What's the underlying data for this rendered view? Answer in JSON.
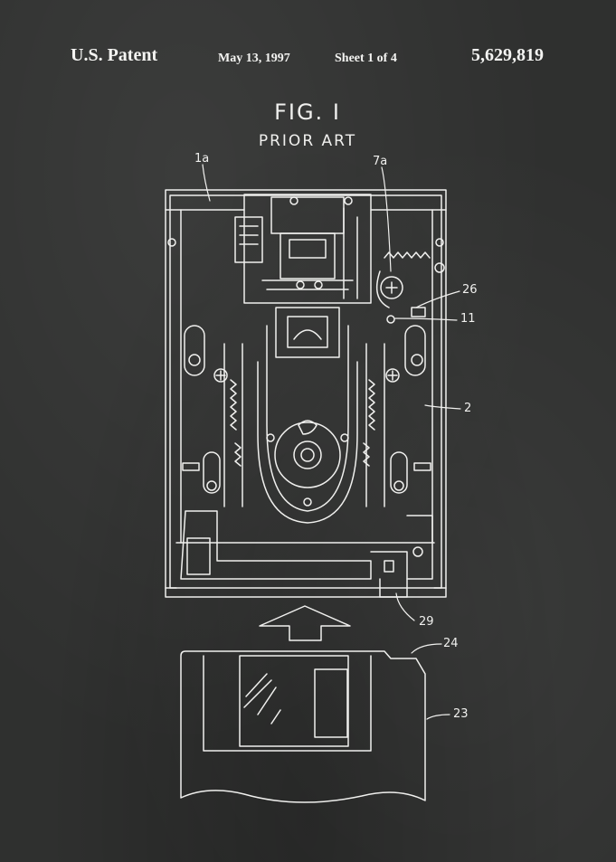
{
  "header": {
    "patent_label": "U.S. Patent",
    "date": "May 13, 1997",
    "sheet": "Sheet 1 of 4",
    "patent_number": "5,629,819"
  },
  "figure": {
    "title": "FIG. I",
    "subtitle": "PRIOR ART"
  },
  "reference_numerals": {
    "r1a": "1a",
    "r7a": "7a",
    "r26": "26",
    "r11": "11",
    "r2": "2",
    "r29": "29",
    "r24": "24",
    "r23": "23"
  },
  "colors": {
    "background": "#2f302f",
    "chalk": "#f0f0ee"
  }
}
